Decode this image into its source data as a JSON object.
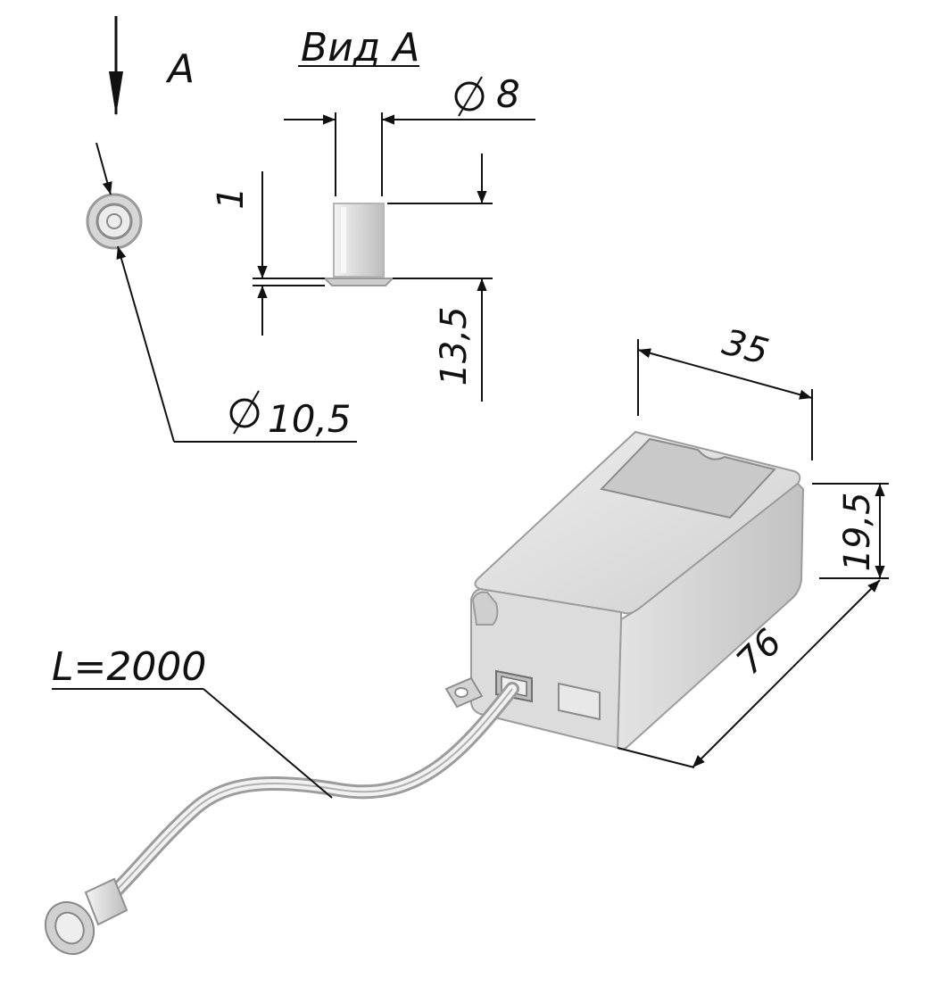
{
  "labels": {
    "view_arrow": "A",
    "view_title": "Вид А",
    "diameter_8": "8",
    "dim_1": "1",
    "dim_13_5": "13,5",
    "diameter_10_5": "10,5",
    "dim_35": "35",
    "dim_19_5": "19,5",
    "dim_76": "76",
    "cable_length": "L=2000"
  }
}
